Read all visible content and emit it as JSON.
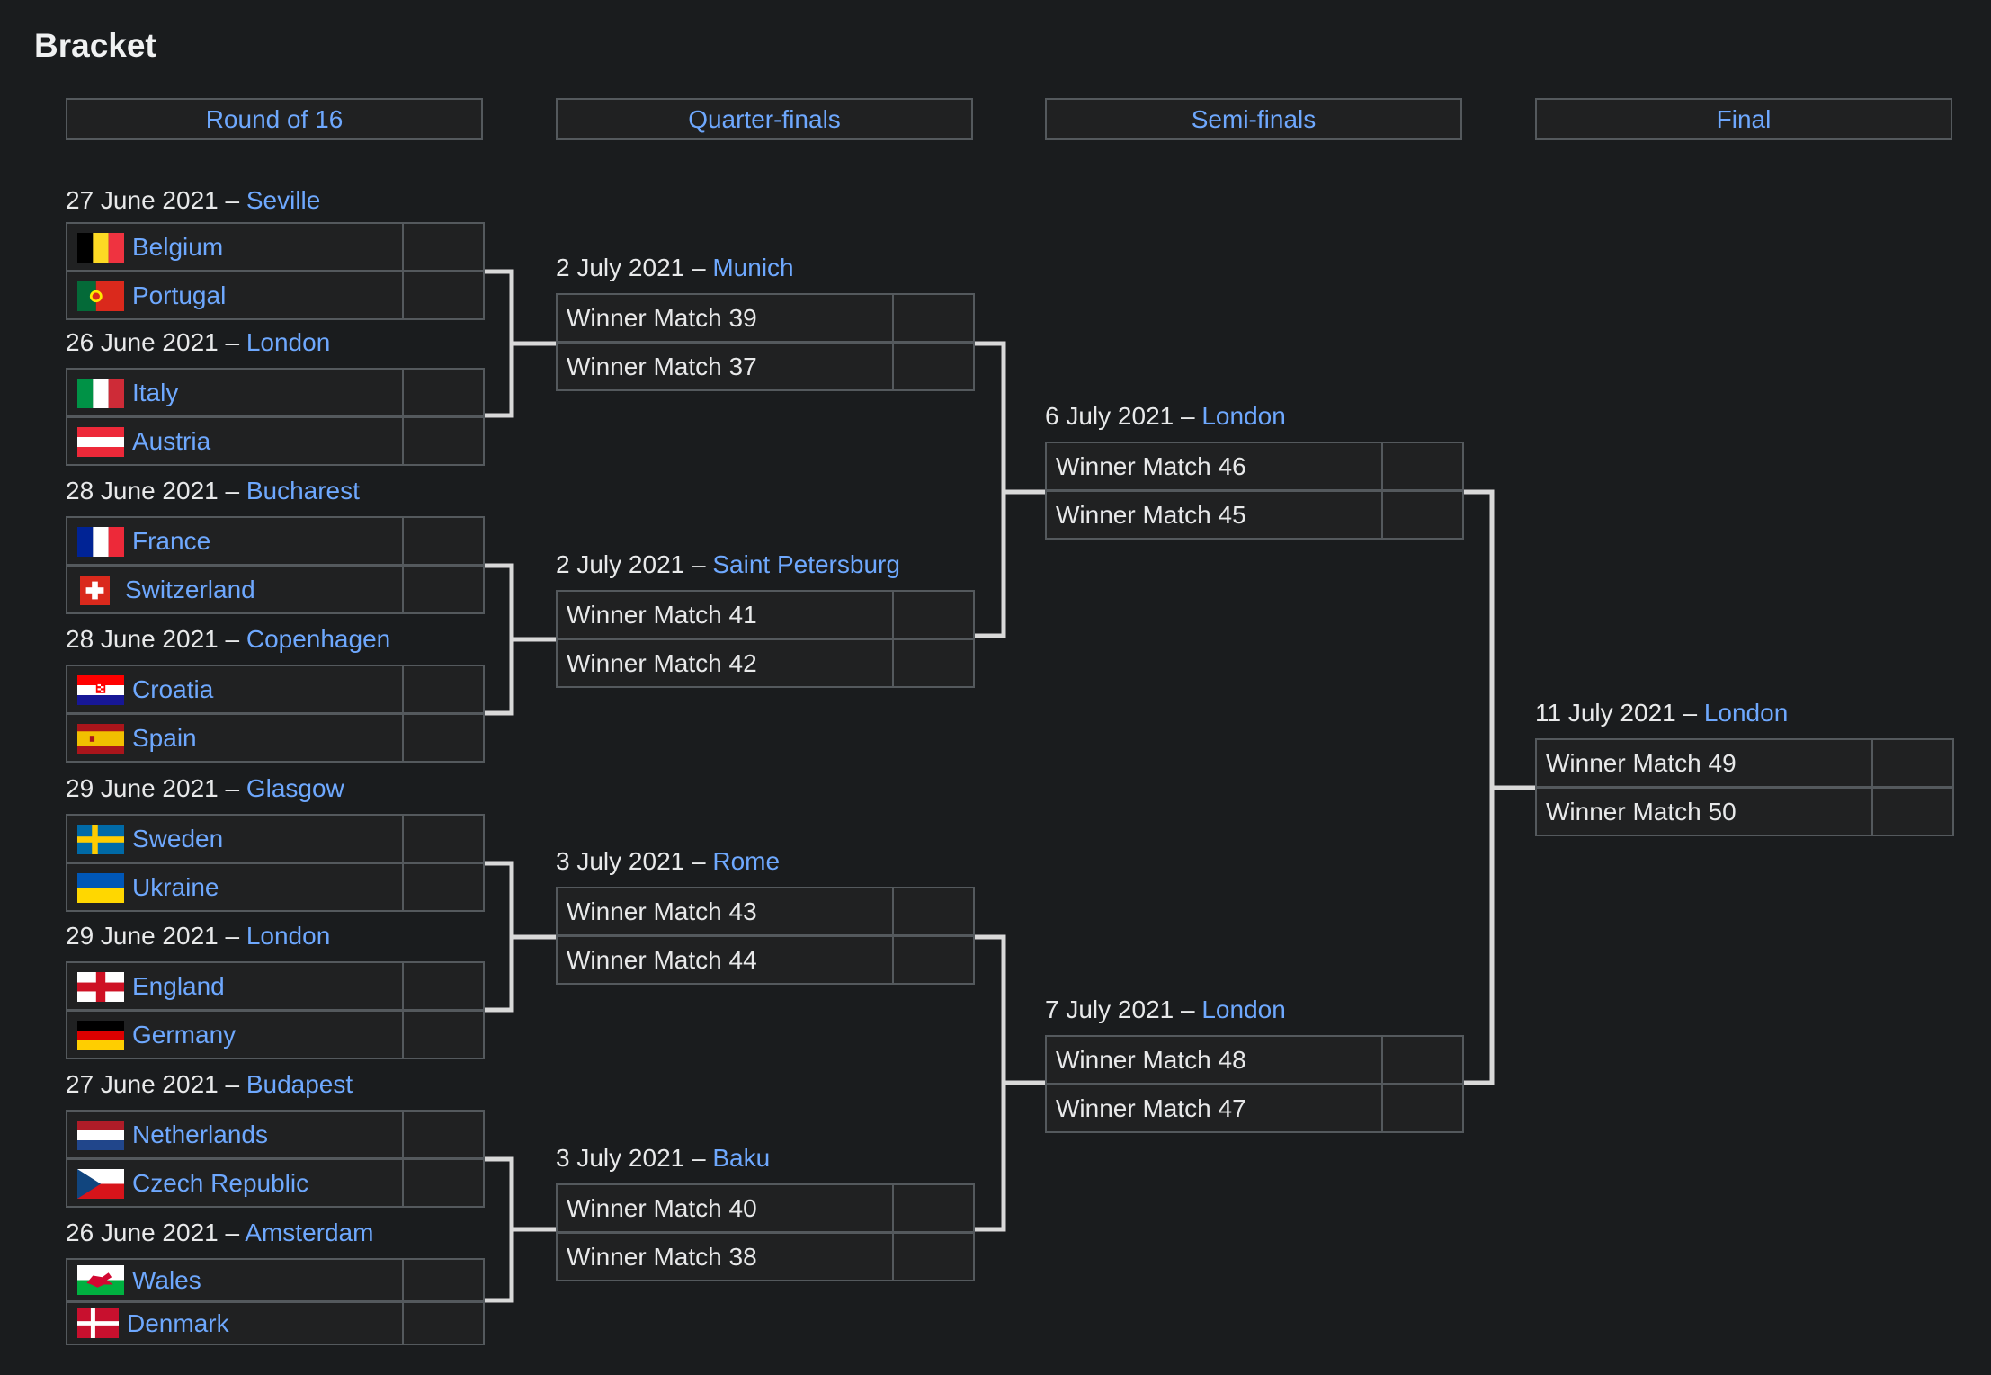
{
  "title": "Bracket",
  "rounds": [
    "Round of 16",
    "Quarter-finals",
    "Semi-finals",
    "Final"
  ],
  "r16": [
    {
      "date": "27 June 2021 –",
      "venue": "Seville",
      "teams": [
        "Belgium",
        "Portugal"
      ]
    },
    {
      "date": "26 June 2021 –",
      "venue": "London",
      "teams": [
        "Italy",
        "Austria"
      ]
    },
    {
      "date": "28 June 2021 –",
      "venue": "Bucharest",
      "teams": [
        "France",
        "Switzerland"
      ]
    },
    {
      "date": "28 June 2021 –",
      "venue": "Copenhagen",
      "teams": [
        "Croatia",
        "Spain"
      ]
    },
    {
      "date": "29 June 2021 –",
      "venue": "Glasgow",
      "teams": [
        "Sweden",
        "Ukraine"
      ]
    },
    {
      "date": "29 June 2021 –",
      "venue": "London",
      "teams": [
        "England",
        "Germany"
      ]
    },
    {
      "date": "27 June 2021 –",
      "venue": "Budapest",
      "teams": [
        "Netherlands",
        "Czech Republic"
      ]
    },
    {
      "date": "26 June 2021 –",
      "venue": "Amsterdam",
      "teams": [
        "Wales",
        "Denmark"
      ]
    }
  ],
  "qf": [
    {
      "date": "2 July 2021 –",
      "venue": "Munich",
      "teams": [
        "Winner Match 39",
        "Winner Match 37"
      ]
    },
    {
      "date": "2 July 2021 –",
      "venue": "Saint Petersburg",
      "teams": [
        "Winner Match 41",
        "Winner Match 42"
      ]
    },
    {
      "date": "3 July 2021 –",
      "venue": "Rome",
      "teams": [
        "Winner Match 43",
        "Winner Match 44"
      ]
    },
    {
      "date": "3 July 2021 –",
      "venue": "Baku",
      "teams": [
        "Winner Match 40",
        "Winner Match 38"
      ]
    }
  ],
  "sf": [
    {
      "date": "6 July 2021 –",
      "venue": "London",
      "teams": [
        "Winner Match 46",
        "Winner Match 45"
      ]
    },
    {
      "date": "7 July 2021 –",
      "venue": "London",
      "teams": [
        "Winner Match 48",
        "Winner Match 47"
      ]
    }
  ],
  "final": {
    "date": "11 July 2021 –",
    "venue": "London",
    "teams": [
      "Winner Match 49",
      "Winner Match 50"
    ]
  },
  "colors": {
    "background": "#1a1c1e",
    "link": "#6ea8fe",
    "border": "#54595d",
    "connector": "#d9d9d9"
  }
}
